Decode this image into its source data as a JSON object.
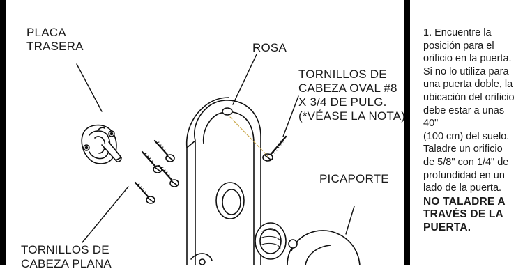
{
  "callouts": {
    "placa_trasera": [
      "PLACA",
      "TRASERA"
    ],
    "rosa": "ROSA",
    "tornillos_oval": [
      "TORNILLOS DE",
      "CABEZA OVAL #8",
      "X 3/4 DE PULG.",
      "(*VÉASE LA NOTA)"
    ],
    "picaporte": "PICAPORTE",
    "tornillos_plana": [
      "TORNILLOS DE",
      "CABEZA PLANA"
    ]
  },
  "instructions": {
    "step": "1. Encuentre la\nposición para el\norificio en la puerta.\nSi no lo utiliza para\nuna puerta doble, la\nubicación del orificio\ndebe estar a unas 40\"\n(100 cm) del suelo.\nTaladre un orificio\nde 5/8\" con 1/4\" de\nprofundidad en un\nlado de la puerta.",
    "warning": "NO TALADRE A\nTRAVÉS DE LA\nPUERTA."
  }
}
